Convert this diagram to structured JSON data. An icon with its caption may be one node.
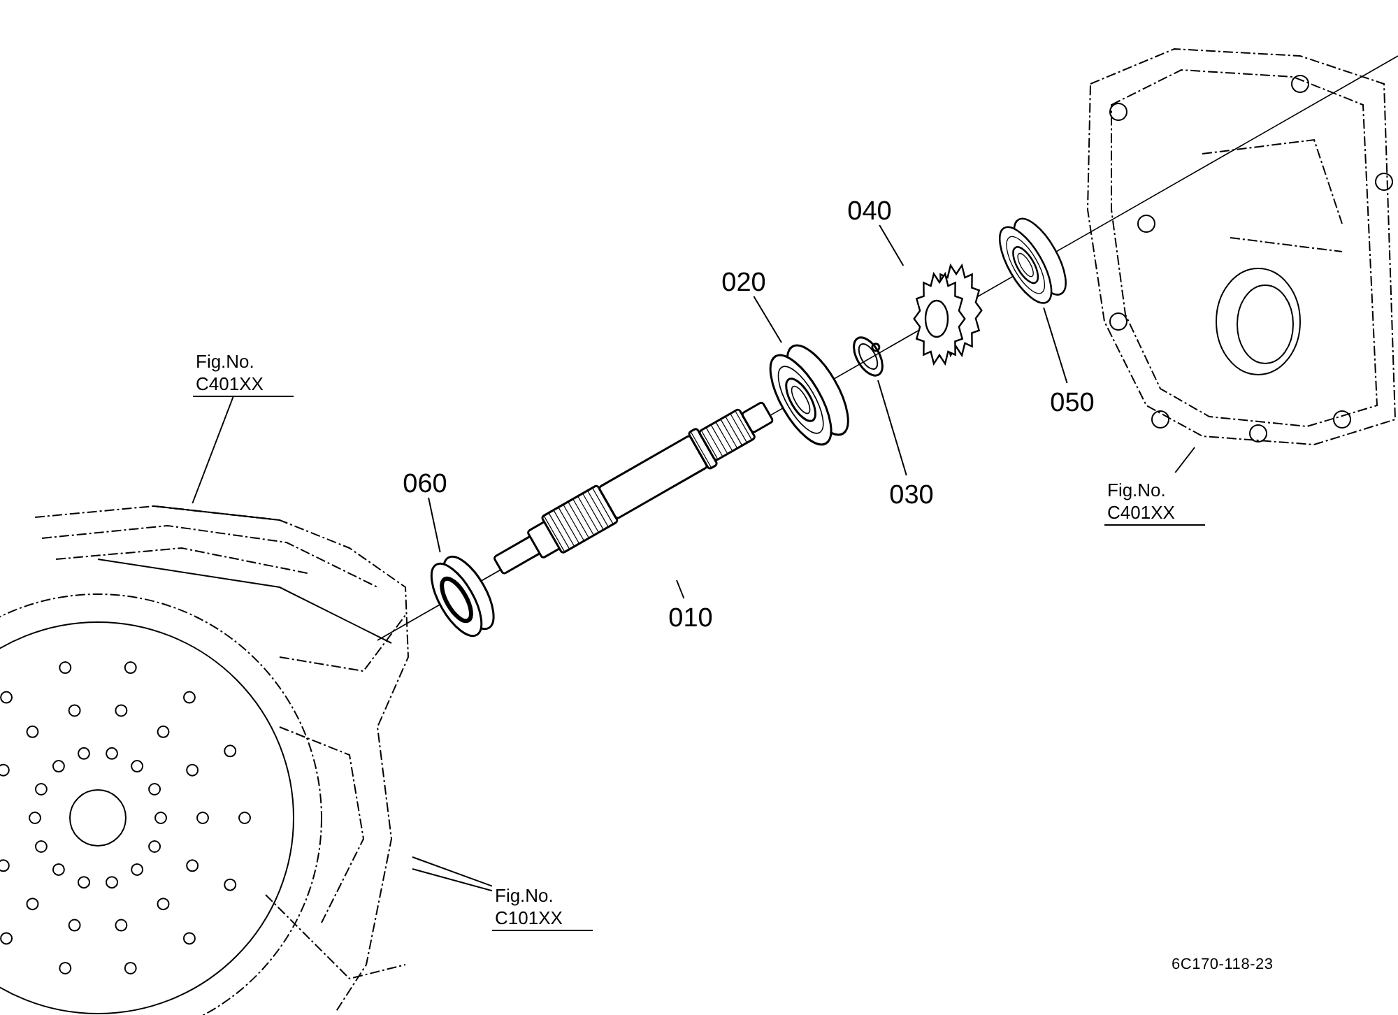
{
  "diagram": {
    "nodes": [
      {
        "text": [
          "060"
        ]
      },
      {
        "text": [
          "010"
        ]
      },
      {
        "text": [
          "020"
        ]
      },
      {
        "text": [
          "030"
        ]
      },
      {
        "text": [
          "040"
        ]
      },
      {
        "text": [
          "050"
        ]
      },
      {
        "text": [
          "Fig.No. C401XX"
        ]
      },
      {
        "text": [
          "Fig.No. C401XX"
        ]
      },
      {
        "text": [
          "Fig.No. C101XX"
        ]
      },
      {
        "text": [],
        "shape": "picture"
      },
      {
        "text": [],
        "shape": "picture"
      },
      {
        "text": [],
        "shape": "picture"
      },
      {
        "text": [],
        "shape": "picture"
      },
      {
        "text": [],
        "shape": "picture"
      },
      {
        "text": [],
        "shape": "picture"
      },
      {
        "text": [],
        "shape": "picture"
      },
      {
        "text": [],
        "shape": "picture"
      }
    ],
    "edges": [
      {
        "from": 0,
        "to": 11,
        "arrow": "none"
      },
      {
        "from": 1,
        "to": 12,
        "arrow": "none"
      },
      {
        "from": 2,
        "to": 13,
        "arrow": "none"
      },
      {
        "from": 3,
        "to": 14,
        "arrow": "none"
      },
      {
        "from": 4,
        "to": 15,
        "arrow": "none"
      },
      {
        "from": 5,
        "to": 16,
        "arrow": "none"
      },
      {
        "from": 6,
        "to": 9,
        "arrow": "none"
      },
      {
        "from": 7,
        "to": 10,
        "arrow": "none"
      },
      {
        "from": 8,
        "to": 9,
        "arrow": "none"
      },
      {
        "from": 8,
        "to": 9,
        "arrow": "none"
      }
    ],
    "labels": [
      "6C170-118-23"
    ]
  }
}
